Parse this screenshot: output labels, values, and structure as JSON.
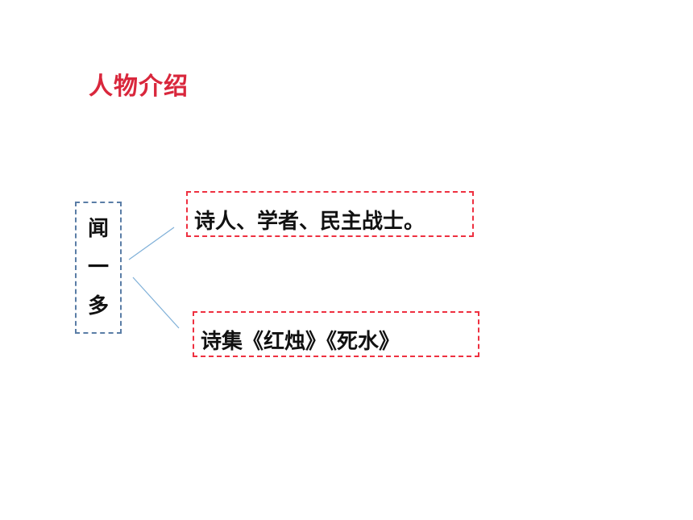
{
  "title": "人物介绍",
  "person": {
    "chars": [
      "闻",
      "一",
      "多"
    ]
  },
  "details": [
    {
      "text": "诗人、学者、民主战士。"
    },
    {
      "text": "诗集《红烛》《死水》"
    }
  ],
  "colors": {
    "title": "#d9273c",
    "name_border": "#5a7da6",
    "detail_border": "#ee3040",
    "connector": "#7fb0d8"
  }
}
